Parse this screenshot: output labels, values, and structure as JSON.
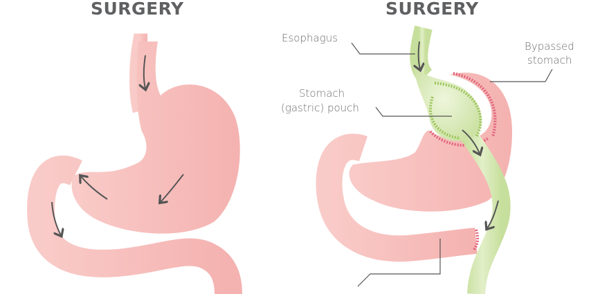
{
  "panels": {
    "left": {
      "title": "SURGERY"
    },
    "right": {
      "title": "SURGERY"
    }
  },
  "labels": {
    "esophagus": "Esophagus",
    "bypassed_line1": "Bypassed",
    "bypassed_line2": "stomach",
    "pouch_line1": "Stomach",
    "pouch_line2": "(gastric) pouch"
  },
  "colors": {
    "stomach_pink": "#f6b9b7",
    "intestine_green": "#cfe3a8",
    "staple_red": "#e0607a",
    "staple_green": "#9cc45a",
    "arrow": "#555555",
    "title_gray": "#5f6062",
    "label_gray": "#6b6c6e"
  }
}
